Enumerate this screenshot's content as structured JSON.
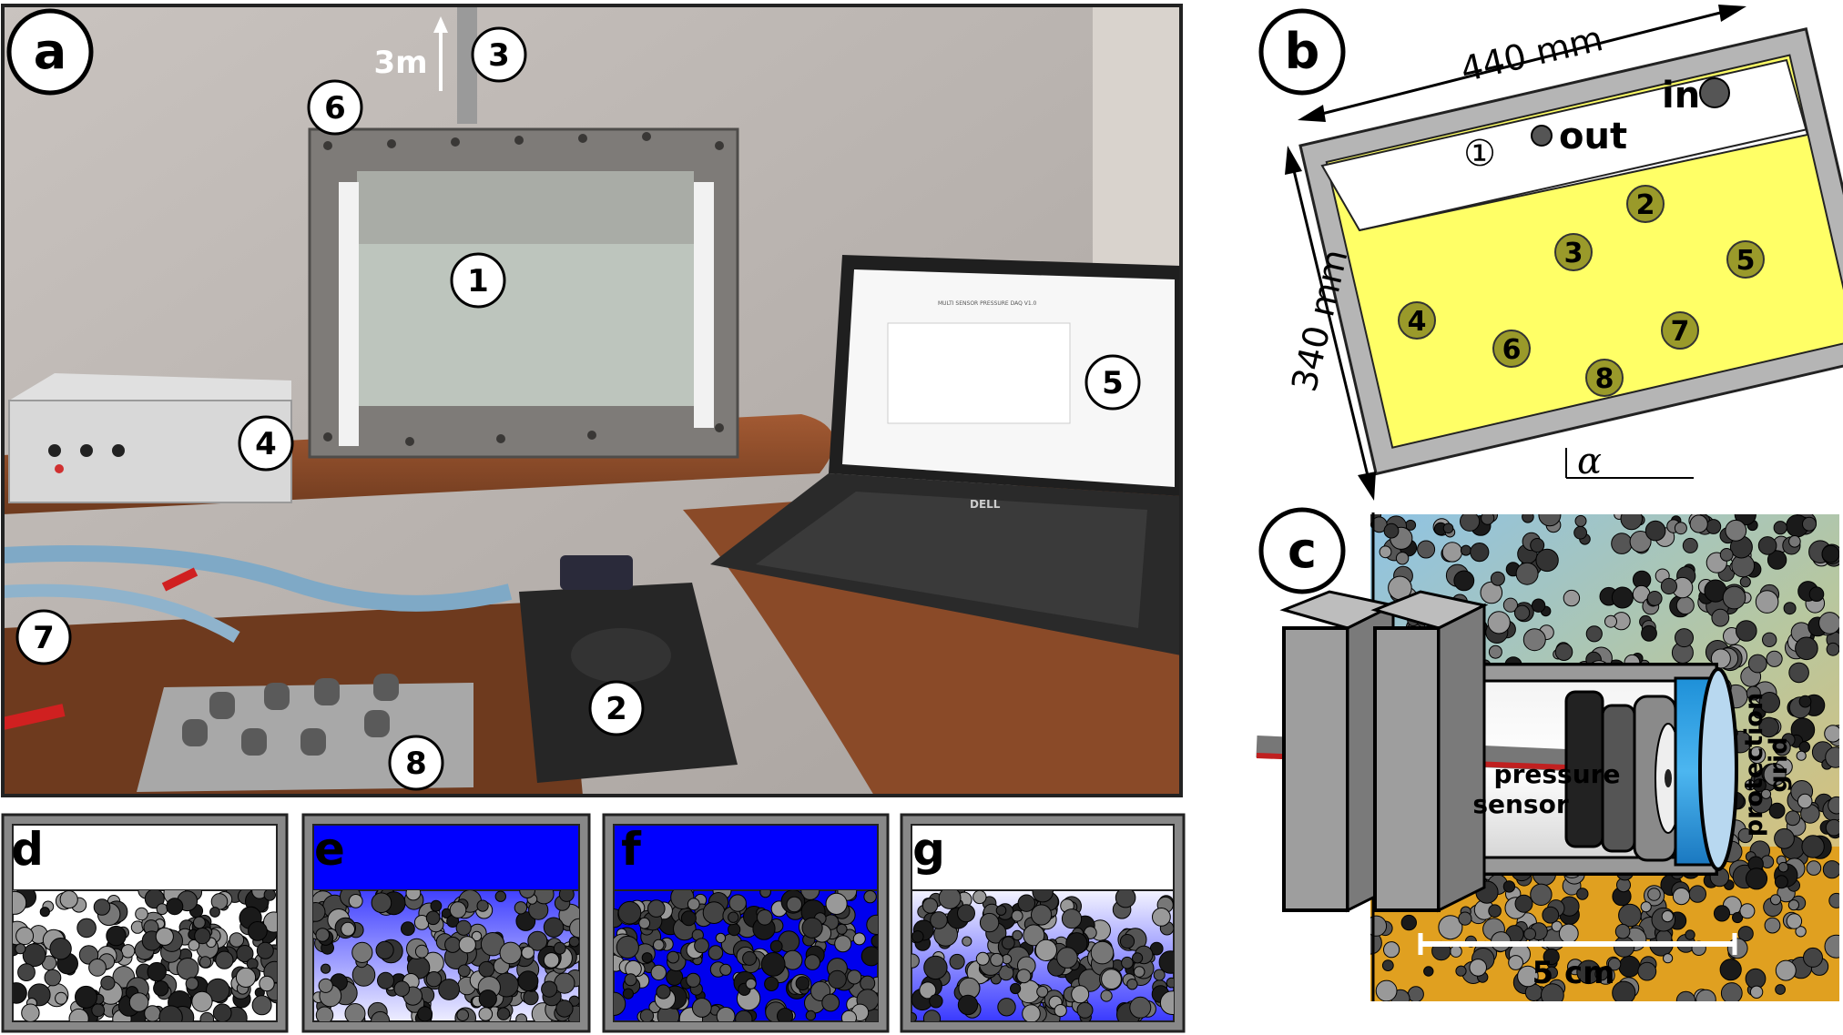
{
  "panels": {
    "a": {
      "letter": "a",
      "height_label": "3m",
      "callouts": [
        "1",
        "2",
        "3",
        "4",
        "5",
        "6",
        "7",
        "8"
      ],
      "laptop": {
        "app_title": "MULTI SENSOR PRESSURE DAQ V1.0",
        "brand": "DELL"
      }
    },
    "b": {
      "letter": "b",
      "width_label": "440 mm",
      "height_label": "340 mm",
      "in_label": "in",
      "out_label": "out",
      "circled_one": "①",
      "angle_label": "α",
      "sensors": [
        "2",
        "3",
        "4",
        "5",
        "6",
        "7",
        "8"
      ]
    },
    "c": {
      "letter": "c",
      "sensor_label_line1": "pressure",
      "sensor_label_line2": "sensor",
      "grid_label_line1": "protection",
      "grid_label_line2": "grid",
      "scale_label": "5 cm"
    },
    "d": {
      "letter": "d"
    },
    "e": {
      "letter": "e"
    },
    "f": {
      "letter": "f"
    },
    "g": {
      "letter": "g"
    }
  },
  "colors": {
    "frame_gray": "#888888",
    "water_blue": "#0000ff",
    "fill_yellow": "#ffff66",
    "sensor_green": "#9a9a2a",
    "sand_orange": "#e0a020",
    "sky_blue": "#9ecbe6"
  }
}
